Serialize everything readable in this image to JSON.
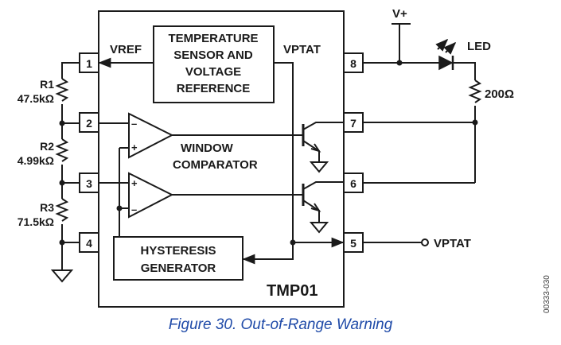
{
  "chip": {
    "name": "TMP01"
  },
  "blocks": {
    "sensor": [
      "TEMPERATURE",
      "SENSOR AND",
      "VOLTAGE",
      "REFERENCE"
    ],
    "hysteresis": [
      "HYSTERESIS",
      "GENERATOR"
    ],
    "window": [
      "WINDOW",
      "COMPARATOR"
    ]
  },
  "signals": {
    "vref": "VREF",
    "vptat": "VPTAT",
    "vptat_out": "VPTAT",
    "supply": "V+"
  },
  "pins": [
    "1",
    "2",
    "3",
    "4",
    "5",
    "6",
    "7",
    "8"
  ],
  "opamp_inputs": {
    "top": [
      "–",
      "+"
    ],
    "bottom": [
      "+",
      "–"
    ]
  },
  "resistors": {
    "r1": {
      "name": "R1",
      "value": "47.5kΩ"
    },
    "r2": {
      "name": "R2",
      "value": "4.99kΩ"
    },
    "r3": {
      "name": "R3",
      "value": "71.5kΩ"
    },
    "rled": {
      "value": "200Ω"
    }
  },
  "led": {
    "label": "LED"
  },
  "figure": {
    "caption": "Figure 30. Out-of-Range Warning",
    "id": "00333-030"
  }
}
